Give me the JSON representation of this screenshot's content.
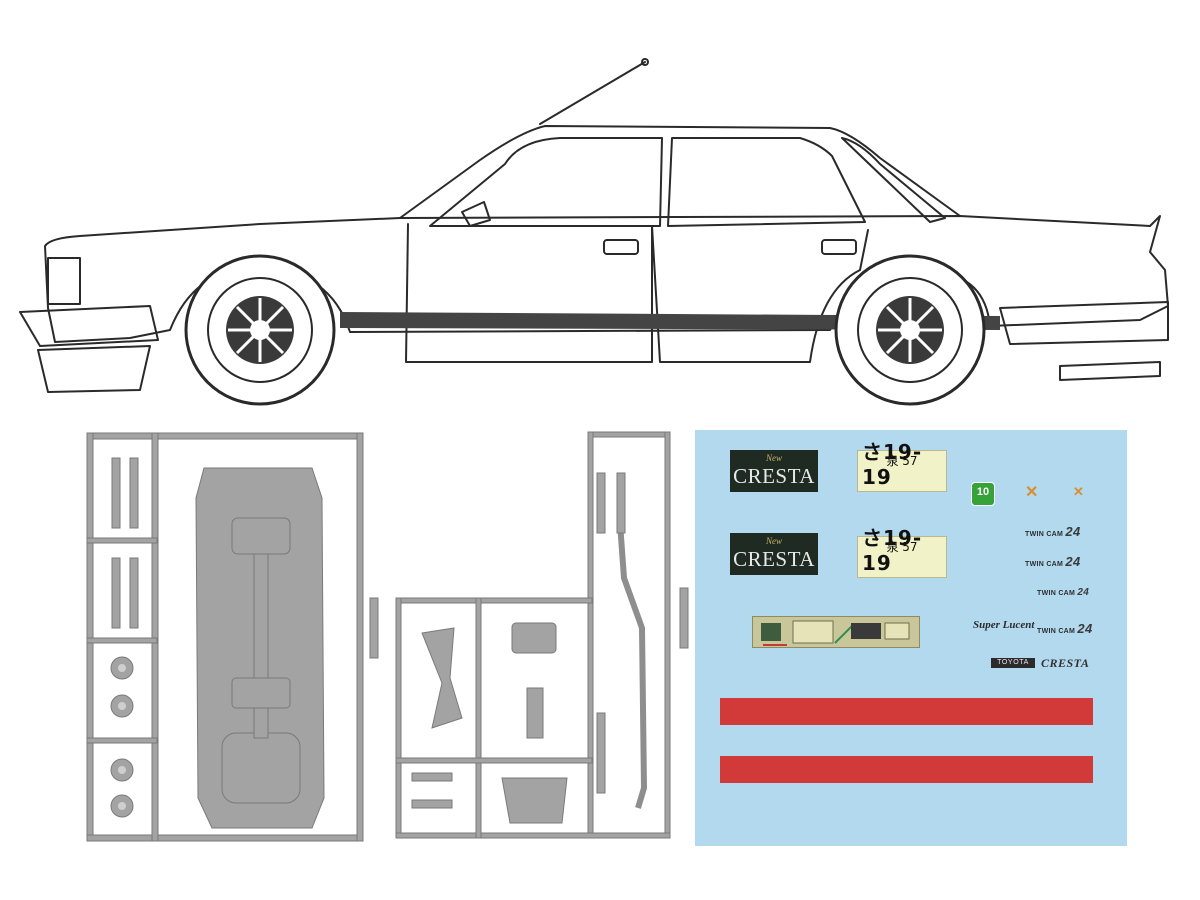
{
  "colors": {
    "decal_background": "#b3d9ef",
    "plastic_gray": "#a3a3a3",
    "stripe_red": "#d23a3a",
    "logo_box": "#1e2a22",
    "plate_yellow": "#f2f2c8"
  },
  "decal_sheet": {
    "logos": [
      {
        "small": "New",
        "big": "CRESTA"
      },
      {
        "small": "New",
        "big": "CRESTA"
      }
    ],
    "plates": [
      {
        "top": "泉 57",
        "bottom": "さ19-19"
      },
      {
        "top": "泉 57",
        "bottom": "さ19-19"
      }
    ],
    "badge": "10",
    "emblems": [
      "✕",
      "✕"
    ],
    "twin_cam": [
      {
        "text": "TWIN CAM",
        "num": "24"
      },
      {
        "text": "TWIN CAM",
        "num": "24"
      },
      {
        "text": "TWIN CAM",
        "num": "24"
      },
      {
        "text": "TWIN CAM",
        "num": "24"
      }
    ],
    "super_custom": "Super Lucent",
    "toyota": "TOYOTA",
    "cresta_script": "CRESTA"
  }
}
